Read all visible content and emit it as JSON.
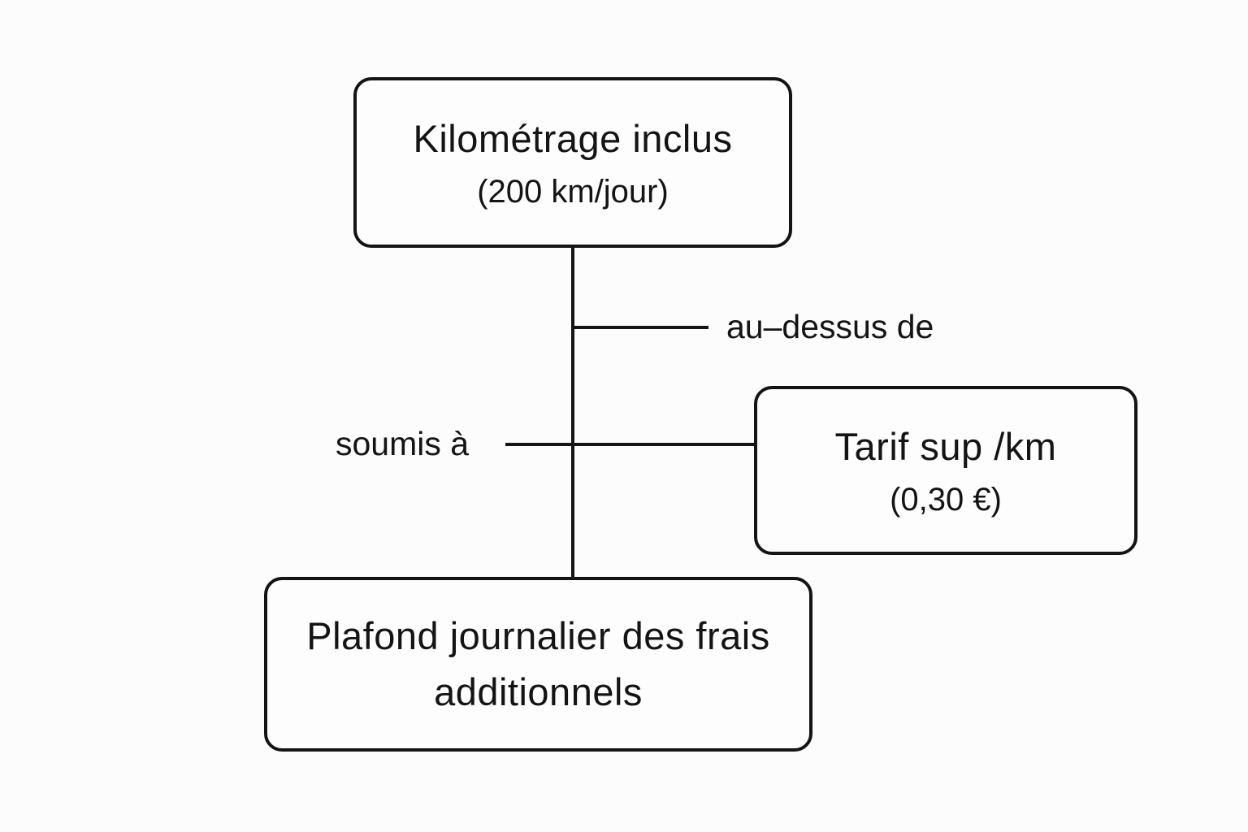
{
  "diagram": {
    "background_color": "#fcfcfc",
    "line_color": "#141414",
    "text_color": "#141414",
    "nodes": {
      "included_mileage": {
        "title": "Kilométrage inclus",
        "subtitle": "(200 km/jour)"
      },
      "extra_rate": {
        "title": "Tarif sup /km",
        "subtitle": "(0,30 €)"
      },
      "daily_cap": {
        "title": "Plafond journalier des frais additionnels"
      }
    },
    "edges": {
      "above_label": "au–dessus de",
      "subject_label": "soumis à"
    }
  }
}
